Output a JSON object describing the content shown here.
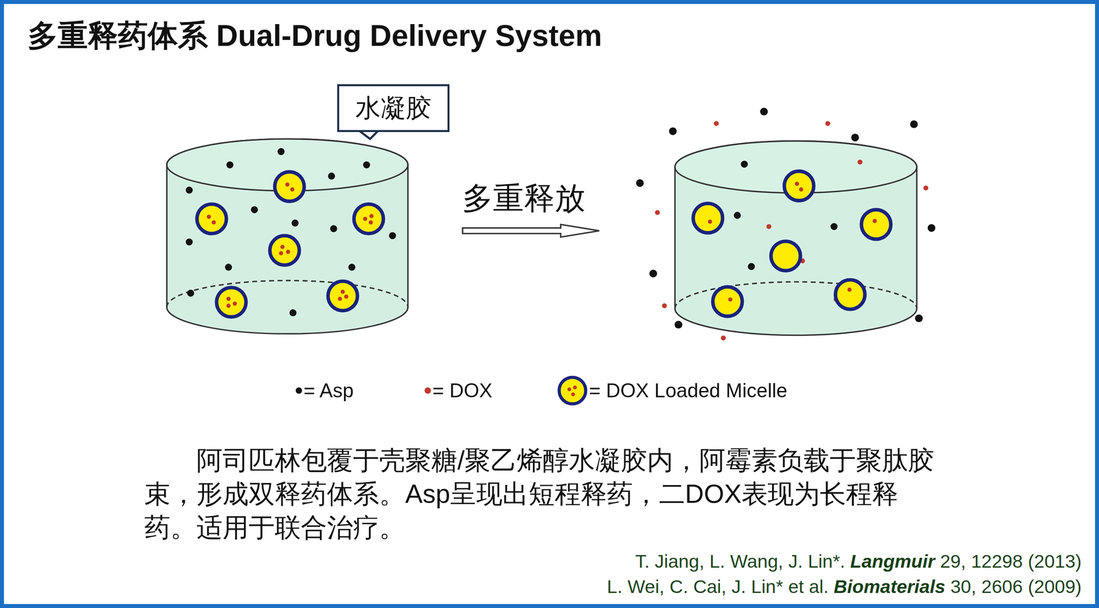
{
  "diagram": {
    "title": "多重释药体系 Dual-Drug Delivery System",
    "caption": "阿司匹林包覆于壳聚糖/聚乙烯醇水凝胶内，阿霉素负载于聚肽胶束，形成双释药体系。Asp呈现出短程释药，二DOX表现为长程释药。适用于联合治疗。",
    "nodes": [
      {
        "text": [
          "水凝胶"
        ]
      }
    ],
    "labels": [
      "多重释放",
      "T. Jiang, L. Wang, J. Lin*.",
      "Langmuir",
      "29, 12298 (2013)",
      "L. Wei, C. Cai, J. Lin* et al.",
      "Biomaterials",
      "30, 2606 (2009)"
    ],
    "legend": [
      {
        "text": "= Asp",
        "color": "#111111"
      },
      {
        "text": "= DOX",
        "color": "#c0392b"
      },
      {
        "text": "= DOX Loaded Micelle"
      }
    ]
  }
}
